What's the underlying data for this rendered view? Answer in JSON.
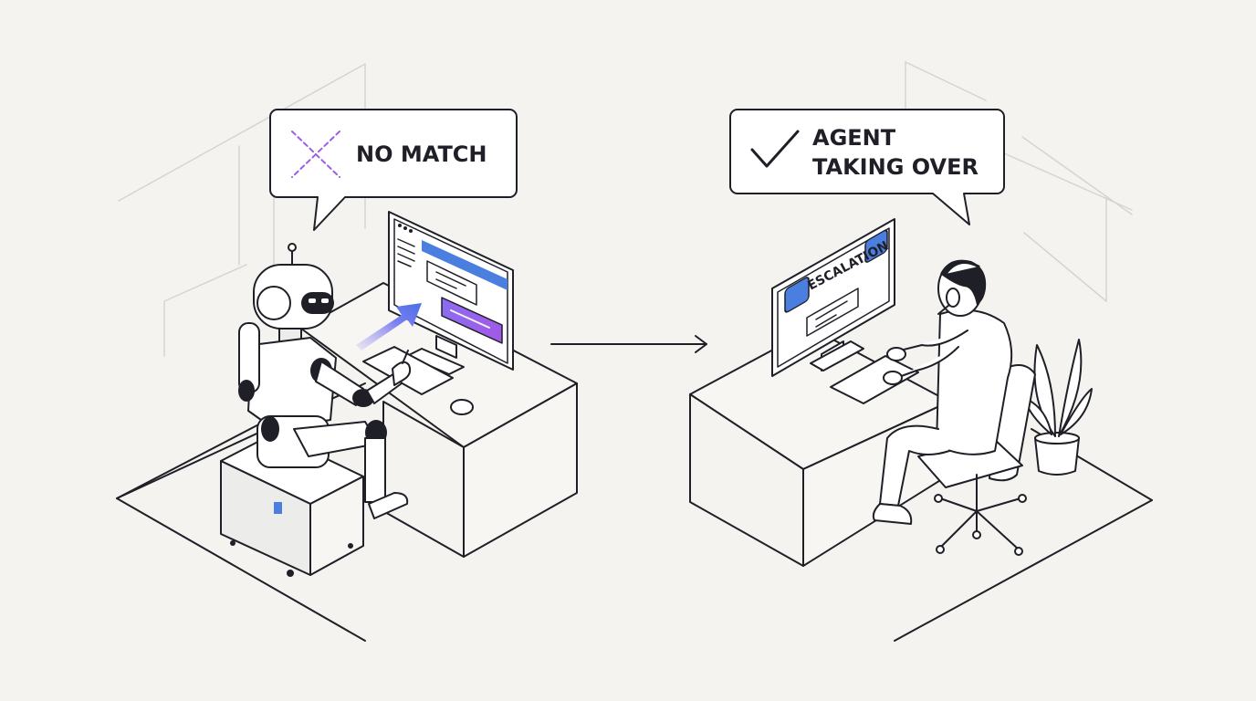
{
  "left_scene": {
    "bubble_text": "NO MATCH",
    "bubble_icon": "x-mark-icon",
    "icon_color": "#9b5de5"
  },
  "right_scene": {
    "bubble_line1": "AGENT",
    "bubble_line2": "TAKING OVER",
    "bubble_icon": "check-mark-icon",
    "screen_label": "ESCALATION"
  },
  "colors": {
    "background": "#f4f3ef",
    "line": "#1f1f27",
    "accent_blue": "#4a7fe0",
    "accent_purple": "#9b5de5"
  }
}
